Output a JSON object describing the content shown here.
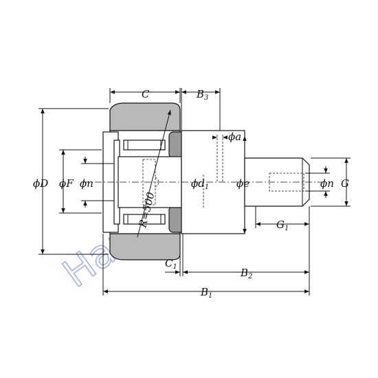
{
  "labels": {
    "C": "C",
    "B3": [
      "B",
      "3"
    ],
    "phi_a": "ϕa",
    "phi_D": "ϕD",
    "phi_F": "ϕF",
    "phi_n_left": "ϕn",
    "phi_d1": [
      "ϕd",
      "1"
    ],
    "phi_e": "ϕe",
    "phi_n_right": "ϕn",
    "G": "G",
    "G1": [
      "G",
      "1"
    ],
    "R500": "R=500",
    "C1": [
      "C",
      "1"
    ],
    "B2": [
      "B",
      "2"
    ],
    "B1": [
      "B",
      "1"
    ]
  },
  "watermark": "HanbelPRO",
  "colors": {
    "line": "#111111",
    "shade": "#b9b9b9",
    "seal": "#9a9a9a",
    "watermark": "#5b6fd6"
  }
}
